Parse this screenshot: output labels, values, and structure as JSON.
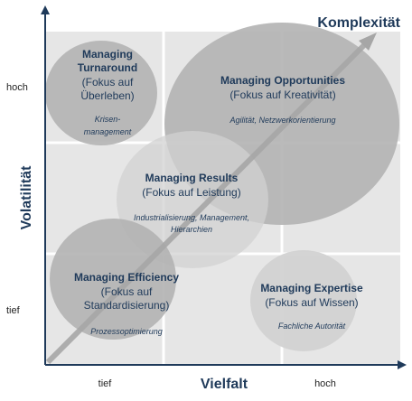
{
  "title": "Komplexität",
  "axes": {
    "y_label": "Volatilität",
    "x_label": "Vielfalt",
    "y_high": "hoch",
    "y_low": "tief",
    "x_low": "tief",
    "x_high": "hoch"
  },
  "colors": {
    "text_primary": "#1f3a5a",
    "axis": "#1f3a5a",
    "grid_bg": "#e6e6e6",
    "circle_dark": "#b3b3b3",
    "circle_light": "#d2d2d2",
    "arrow": "#a6a6a6"
  },
  "circles": [
    {
      "id": "turnaround",
      "title_lines": [
        "Managing",
        "Turnaround"
      ],
      "subtitle_lines": [
        "(Fokus auf",
        "Überleben)"
      ],
      "detail_lines": [
        "Krisen-",
        "management"
      ]
    },
    {
      "id": "opportunities",
      "title_lines": [
        "Managing Opportunities"
      ],
      "subtitle_lines": [
        "(Fokus auf Kreativität)"
      ],
      "detail_lines": [
        "Agilität, Netzwerkorientierung"
      ]
    },
    {
      "id": "results",
      "title_lines": [
        "Managing Results"
      ],
      "subtitle_lines": [
        "(Fokus auf Leistung)"
      ],
      "detail_lines": [
        "Industrialisierung, Management,",
        "Hierarchien"
      ]
    },
    {
      "id": "efficiency",
      "title_lines": [
        "Managing Efficiency"
      ],
      "subtitle_lines": [
        "(Fokus auf",
        "Standardisierung)"
      ],
      "detail_lines": [
        "Prozessoptimierung"
      ]
    },
    {
      "id": "expertise",
      "title_lines": [
        "Managing Expertise"
      ],
      "subtitle_lines": [
        "(Fokus auf Wissen)"
      ],
      "detail_lines": [
        "Fachliche Autorität"
      ]
    }
  ]
}
